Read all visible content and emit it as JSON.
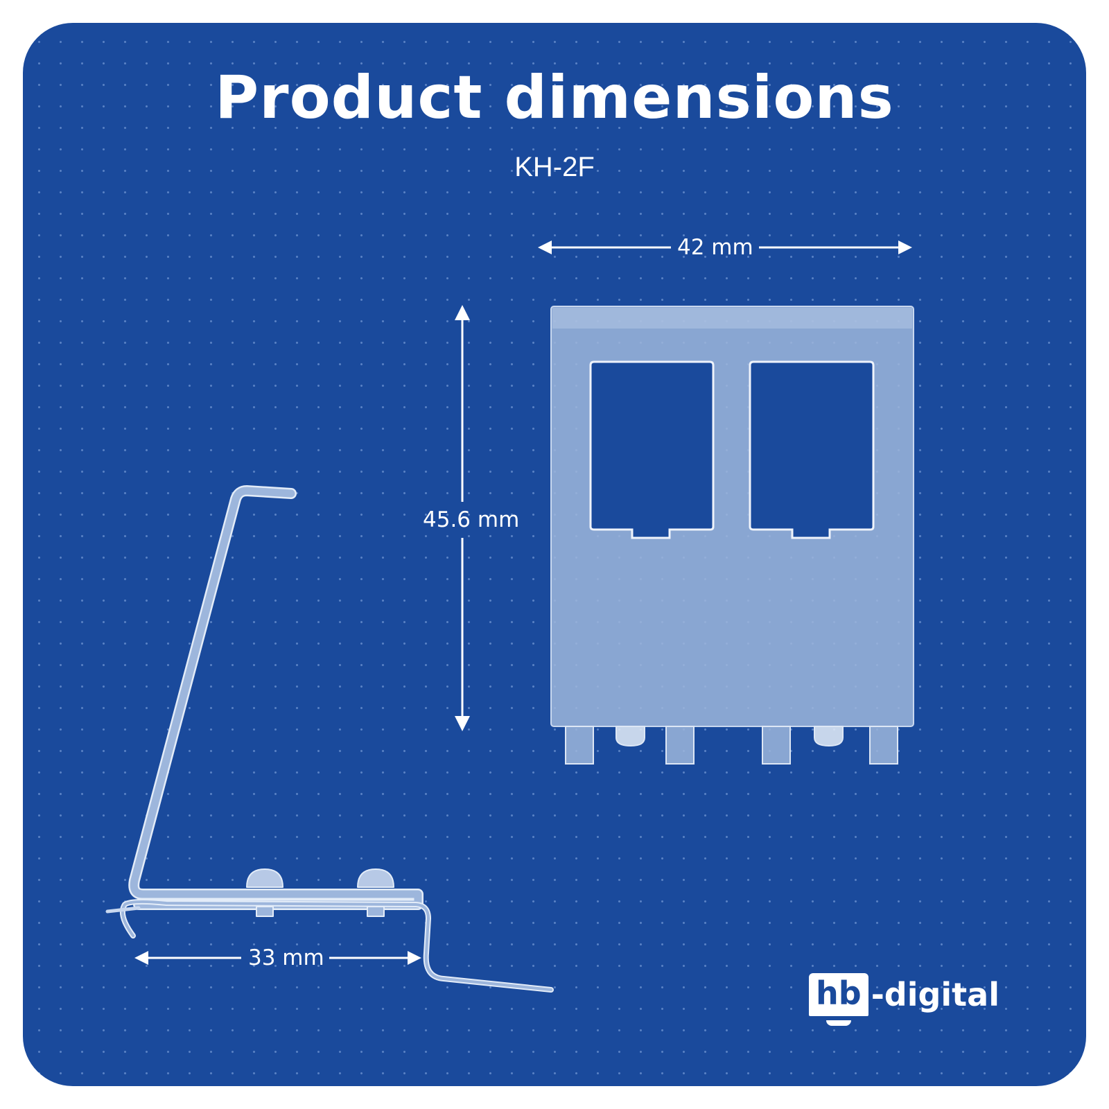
{
  "header": {
    "title": "Product dimensions",
    "model": "KH-2F"
  },
  "dimensions": {
    "width": {
      "label": "42 mm",
      "value": 42,
      "unit": "mm"
    },
    "height": {
      "label": "45.6 mm",
      "value": 45.6,
      "unit": "mm"
    },
    "depth": {
      "label": "33 mm",
      "value": 33,
      "unit": "mm"
    }
  },
  "views": {
    "front": {
      "name": "front view",
      "openings": 2,
      "tabs": 6
    },
    "side": {
      "name": "side profile view",
      "screws": 2
    }
  },
  "brand": {
    "badge": "hb",
    "suffix": "-digital"
  },
  "colors": {
    "background": "#1a4a9c",
    "foreground": "#ffffff",
    "part_fill": "#9db6dc"
  }
}
